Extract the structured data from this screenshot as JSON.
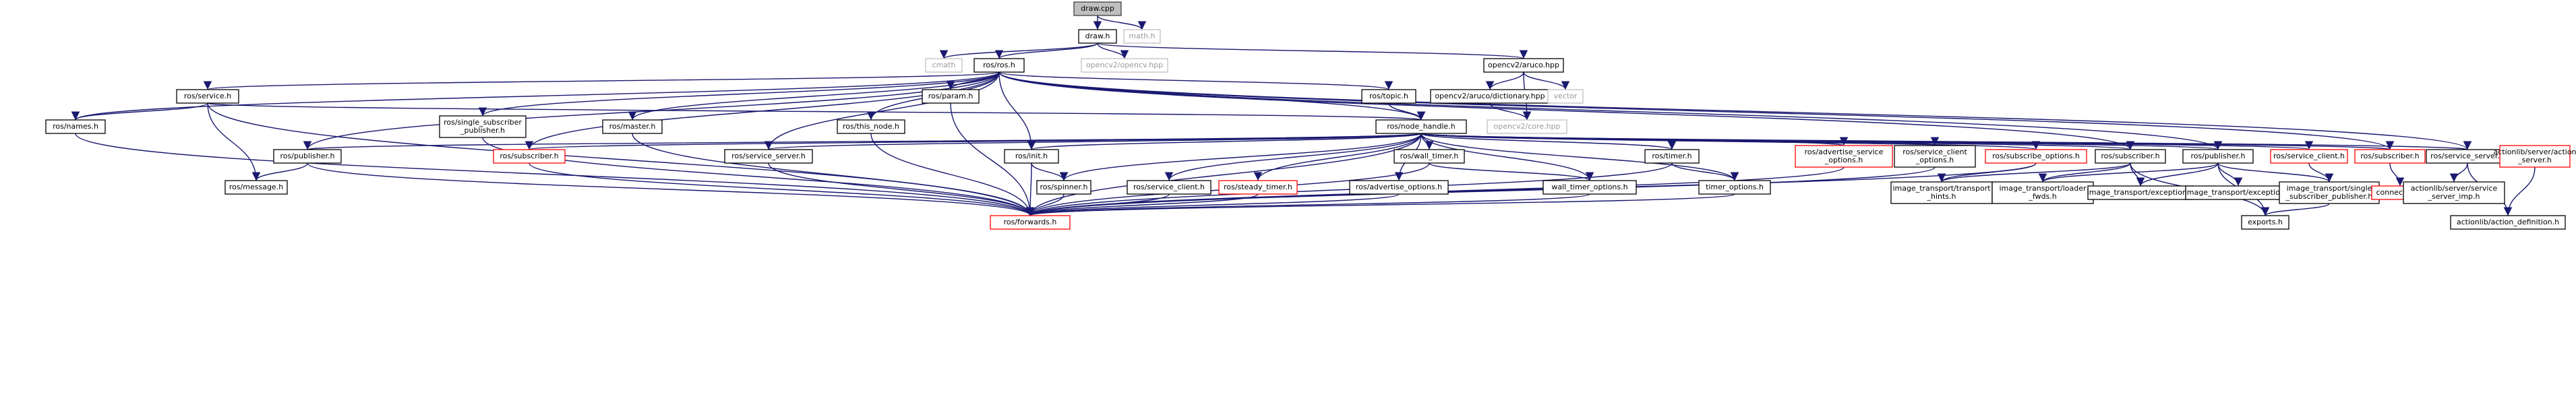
{
  "graph": {
    "colors": {
      "edge": "#191970",
      "node_border": "#000000",
      "node_border_incomplete": "#ff0000",
      "node_border_external": "#bfbfbf",
      "root_fill": "#bfbfbf",
      "node_fill": "#ffffff",
      "label": "#000000",
      "label_external": "#9a9a9a"
    },
    "nodes": [
      {
        "id": "draw_cpp",
        "label": [
          "draw.cpp"
        ],
        "kind": "root"
      },
      {
        "id": "draw_h",
        "label": [
          "draw.h"
        ],
        "kind": "normal"
      },
      {
        "id": "math_h",
        "label": [
          "math.h"
        ],
        "kind": "external"
      },
      {
        "id": "cmath",
        "label": [
          "cmath"
        ],
        "kind": "external"
      },
      {
        "id": "ros_ros_h",
        "label": [
          "ros/ros.h"
        ],
        "kind": "normal"
      },
      {
        "id": "opencv_h",
        "label": [
          "opencv2/opencv.hpp"
        ],
        "kind": "external"
      },
      {
        "id": "aruco",
        "label": [
          "opencv2/aruco.hpp"
        ],
        "kind": "normal"
      },
      {
        "id": "aruco_dict",
        "label": [
          "opencv2/aruco/dictionary.hpp"
        ],
        "kind": "normal"
      },
      {
        "id": "vector",
        "label": [
          "vector"
        ],
        "kind": "external"
      },
      {
        "id": "core",
        "label": [
          "opencv2/core.hpp"
        ],
        "kind": "external"
      },
      {
        "id": "service_h",
        "label": [
          "ros/service.h"
        ],
        "kind": "normal"
      },
      {
        "id": "names_h",
        "label": [
          "ros/names.h"
        ],
        "kind": "normal"
      },
      {
        "id": "single_pub",
        "label": [
          "ros/single_subscriber",
          "_publisher.h"
        ],
        "kind": "normal"
      },
      {
        "id": "master_h",
        "label": [
          "ros/master.h"
        ],
        "kind": "normal"
      },
      {
        "id": "this_node",
        "label": [
          "ros/this_node.h"
        ],
        "kind": "normal"
      },
      {
        "id": "param_h",
        "label": [
          "ros/param.h"
        ],
        "kind": "normal"
      },
      {
        "id": "topic_h",
        "label": [
          "ros/topic.h"
        ],
        "kind": "normal"
      },
      {
        "id": "node_handle",
        "label": [
          "ros/node_handle.h"
        ],
        "kind": "normal"
      },
      {
        "id": "publisher_h",
        "label": [
          "ros/publisher.h"
        ],
        "kind": "normal"
      },
      {
        "id": "subscriber_r1",
        "label": [
          "ros/subscriber.h"
        ],
        "kind": "incomplete"
      },
      {
        "id": "service_server_a",
        "label": [
          "ros/service_server.h"
        ],
        "kind": "normal"
      },
      {
        "id": "init_h",
        "label": [
          "ros/init.h"
        ],
        "kind": "normal"
      },
      {
        "id": "wall_timer",
        "label": [
          "ros/wall_timer.h"
        ],
        "kind": "normal"
      },
      {
        "id": "timer_h",
        "label": [
          "ros/timer.h"
        ],
        "kind": "normal"
      },
      {
        "id": "adv_service_opts",
        "label": [
          "ros/advertise_service",
          "_options.h"
        ],
        "kind": "incomplete"
      },
      {
        "id": "service_client_opts",
        "label": [
          "ros/service_client",
          "_options.h"
        ],
        "kind": "normal"
      },
      {
        "id": "subscribe_opts",
        "label": [
          "ros/subscribe_options.h"
        ],
        "kind": "incomplete"
      },
      {
        "id": "it_subscriber",
        "label": [
          "ros/subscriber.h"
        ],
        "kind": "normal"
      },
      {
        "id": "it_publisher",
        "label": [
          "ros/publisher.h"
        ],
        "kind": "normal"
      },
      {
        "id": "service_client_r",
        "label": [
          "ros/service_client.h"
        ],
        "kind": "incomplete"
      },
      {
        "id": "subscriber_r2",
        "label": [
          "ros/subscriber.h"
        ],
        "kind": "incomplete"
      },
      {
        "id": "service_server_b",
        "label": [
          "ros/service_server.h"
        ],
        "kind": "normal"
      },
      {
        "id": "message_h",
        "label": [
          "ros/message.h"
        ],
        "kind": "normal"
      },
      {
        "id": "spinner_h",
        "label": [
          "ros/spinner.h"
        ],
        "kind": "normal"
      },
      {
        "id": "service_client_h",
        "label": [
          "ros/service_client.h"
        ],
        "kind": "normal"
      },
      {
        "id": "steady_timer",
        "label": [
          "ros/steady_timer.h"
        ],
        "kind": "incomplete"
      },
      {
        "id": "adv_options",
        "label": [
          "ros/advertise_options.h"
        ],
        "kind": "normal"
      },
      {
        "id": "wall_timer_opts",
        "label": [
          "wall_timer_options.h"
        ],
        "kind": "normal"
      },
      {
        "id": "timer_opts",
        "label": [
          "timer_options.h"
        ],
        "kind": "normal"
      },
      {
        "id": "forwards",
        "label": [
          "ros/forwards.h"
        ],
        "kind": "incomplete"
      },
      {
        "id": "it_hints",
        "label": [
          "image_transport/transport",
          "_hints.h"
        ],
        "kind": "normal"
      },
      {
        "id": "it_loader",
        "label": [
          "image_transport/loader",
          "_fwds.h"
        ],
        "kind": "normal"
      },
      {
        "id": "it_exc1",
        "label": [
          "image_transport/exception.h"
        ],
        "kind": "normal"
      },
      {
        "id": "it_exc2",
        "label": [
          "image_transport/exception.h"
        ],
        "kind": "normal"
      },
      {
        "id": "it_single",
        "label": [
          "image_transport/single",
          "_subscriber_publisher.h"
        ],
        "kind": "normal"
      },
      {
        "id": "exports",
        "label": [
          "exports.h"
        ],
        "kind": "normal"
      },
      {
        "id": "connection",
        "label": [
          "connection.h"
        ],
        "kind": "incomplete"
      },
      {
        "id": "al_imp",
        "label": [
          "actionlib/server/service",
          "_server_imp.h"
        ],
        "kind": "normal"
      },
      {
        "id": "al_action",
        "label": [
          "actionlib/server/action",
          "_server.h"
        ],
        "kind": "incomplete"
      },
      {
        "id": "al_def",
        "label": [
          "actionlib/action_definition.h"
        ],
        "kind": "normal"
      }
    ],
    "edges": [
      [
        "draw_cpp",
        "draw_h"
      ],
      [
        "draw_cpp",
        "math_h"
      ],
      [
        "draw_h",
        "cmath"
      ],
      [
        "draw_h",
        "ros_ros_h"
      ],
      [
        "draw_h",
        "opencv_h"
      ],
      [
        "draw_h",
        "aruco"
      ],
      [
        "aruco",
        "aruco_dict"
      ],
      [
        "aruco",
        "vector"
      ],
      [
        "aruco",
        "core"
      ],
      [
        "aruco_dict",
        "core"
      ],
      [
        "ros_ros_h",
        "service_h"
      ],
      [
        "ros_ros_h",
        "names_h"
      ],
      [
        "ros_ros_h",
        "single_pub"
      ],
      [
        "ros_ros_h",
        "master_h"
      ],
      [
        "ros_ros_h",
        "this_node"
      ],
      [
        "ros_ros_h",
        "param_h"
      ],
      [
        "ros_ros_h",
        "topic_h"
      ],
      [
        "ros_ros_h",
        "node_handle"
      ],
      [
        "ros_ros_h",
        "publisher_h"
      ],
      [
        "ros_ros_h",
        "subscriber_r1"
      ],
      [
        "ros_ros_h",
        "service_server_a"
      ],
      [
        "ros_ros_h",
        "init_h"
      ],
      [
        "ros_ros_h",
        "it_subscriber"
      ],
      [
        "ros_ros_h",
        "it_publisher"
      ],
      [
        "ros_ros_h",
        "subscriber_r2"
      ],
      [
        "ros_ros_h",
        "service_server_b"
      ],
      [
        "service_h",
        "names_h"
      ],
      [
        "service_h",
        "message_h"
      ],
      [
        "service_h",
        "node_handle"
      ],
      [
        "service_h",
        "forwards"
      ],
      [
        "names_h",
        "forwards"
      ],
      [
        "single_pub",
        "forwards"
      ],
      [
        "master_h",
        "forwards"
      ],
      [
        "this_node",
        "forwards"
      ],
      [
        "param_h",
        "forwards"
      ],
      [
        "topic_h",
        "node_handle"
      ],
      [
        "node_handle",
        "publisher_h"
      ],
      [
        "node_handle",
        "subscriber_r1"
      ],
      [
        "node_handle",
        "service_server_a"
      ],
      [
        "node_handle",
        "init_h"
      ],
      [
        "node_handle",
        "wall_timer"
      ],
      [
        "node_handle",
        "timer_h"
      ],
      [
        "node_handle",
        "adv_service_opts"
      ],
      [
        "node_handle",
        "service_client_opts"
      ],
      [
        "node_handle",
        "subscribe_opts"
      ],
      [
        "node_handle",
        "it_subscriber"
      ],
      [
        "node_handle",
        "it_publisher"
      ],
      [
        "node_handle",
        "service_client_r"
      ],
      [
        "node_handle",
        "subscriber_r2"
      ],
      [
        "node_handle",
        "service_server_b"
      ],
      [
        "node_handle",
        "spinner_h"
      ],
      [
        "node_handle",
        "service_client_h"
      ],
      [
        "node_handle",
        "steady_timer"
      ],
      [
        "node_handle",
        "adv_options"
      ],
      [
        "node_handle",
        "wall_timer_opts"
      ],
      [
        "node_handle",
        "timer_opts"
      ],
      [
        "node_handle",
        "forwards"
      ],
      [
        "publisher_h",
        "message_h"
      ],
      [
        "publisher_h",
        "forwards"
      ],
      [
        "subscriber_r1",
        "forwards"
      ],
      [
        "service_server_a",
        "forwards"
      ],
      [
        "init_h",
        "spinner_h"
      ],
      [
        "init_h",
        "forwards"
      ],
      [
        "wall_timer",
        "wall_timer_opts"
      ],
      [
        "wall_timer",
        "forwards"
      ],
      [
        "timer_h",
        "timer_opts"
      ],
      [
        "timer_h",
        "forwards"
      ],
      [
        "adv_service_opts",
        "forwards"
      ],
      [
        "service_client_opts",
        "forwards"
      ],
      [
        "subscribe_opts",
        "it_hints"
      ],
      [
        "subscribe_opts",
        "forwards"
      ],
      [
        "it_subscriber",
        "it_hints"
      ],
      [
        "it_subscriber",
        "it_loader"
      ],
      [
        "it_subscriber",
        "it_exc1"
      ],
      [
        "it_subscriber",
        "exports"
      ],
      [
        "it_publisher",
        "it_loader"
      ],
      [
        "it_publisher",
        "it_exc1"
      ],
      [
        "it_publisher",
        "it_exc2"
      ],
      [
        "it_publisher",
        "it_single"
      ],
      [
        "it_publisher",
        "exports"
      ],
      [
        "service_client_r",
        "it_single"
      ],
      [
        "subscriber_r2",
        "connection"
      ],
      [
        "service_server_b",
        "al_imp"
      ],
      [
        "service_server_b",
        "al_action"
      ],
      [
        "service_server_b",
        "al_def"
      ],
      [
        "al_action",
        "al_def"
      ],
      [
        "it_single",
        "exports"
      ],
      [
        "service_client_h",
        "forwards"
      ],
      [
        "steady_timer",
        "forwards"
      ],
      [
        "adv_options",
        "forwards"
      ],
      [
        "wall_timer_opts",
        "forwards"
      ],
      [
        "timer_opts",
        "forwards"
      ],
      [
        "spinner_h",
        "forwards"
      ]
    ]
  }
}
